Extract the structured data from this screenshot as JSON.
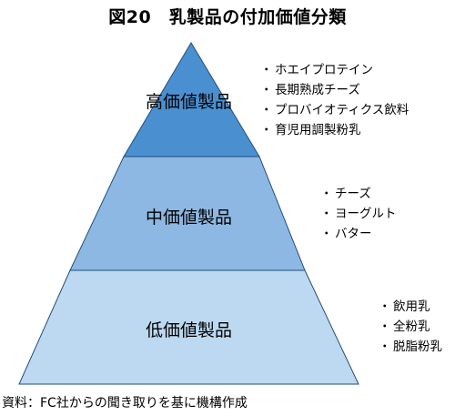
{
  "title": "図20　乳製品の付加価値分類",
  "tiers": [
    {
      "label": "高価値製品",
      "color": "#4a90d0",
      "items": [
        "ホエイプロテイン",
        "長期熟成チーズ",
        "プロバイオティクス飲料",
        "育児用調製粉乳"
      ]
    },
    {
      "label": "中価値製品",
      "color": "#8db8e3",
      "items": [
        "チーズ",
        "ヨーグルト",
        "バター"
      ]
    },
    {
      "label": "低価値製品",
      "color": "#bdd9f1",
      "items": [
        "飲用乳",
        "全粉乳",
        "脱脂粉乳"
      ]
    }
  ],
  "bullet_glyph": "・",
  "source": "資料：FC社からの聞き取りを基に機構作成"
}
